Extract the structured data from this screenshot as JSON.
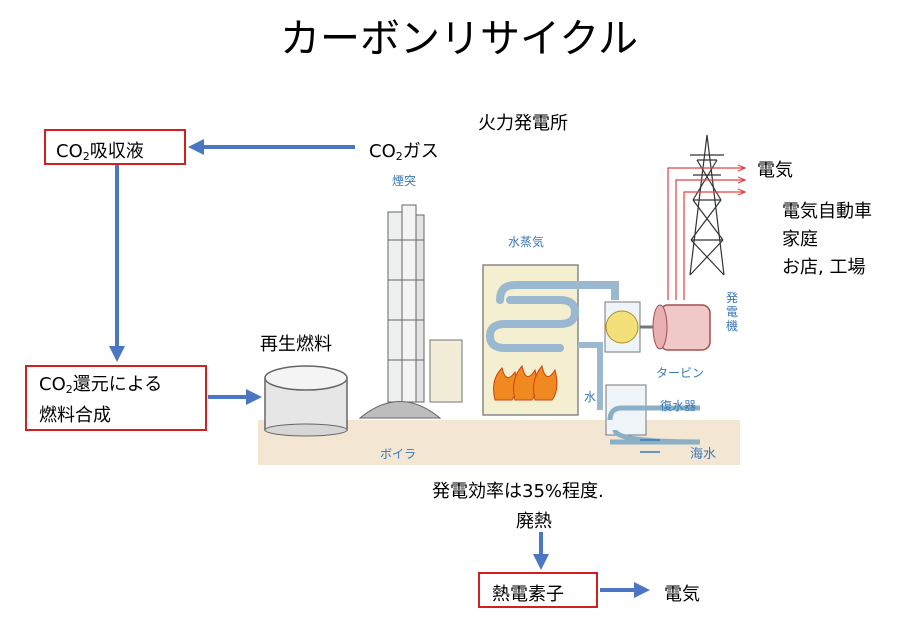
{
  "title": "カーボンリサイクル",
  "power_plant": "火力発電所",
  "co2_gas": {
    "prefix": "CO",
    "sub": "2",
    "suffix": "ガス"
  },
  "absorbent": {
    "prefix": "CO",
    "sub": "2",
    "suffix": "吸収液"
  },
  "reduction": {
    "prefix": "CO",
    "sub": "2",
    "line1_suffix": "還元による",
    "line2": "燃料合成"
  },
  "recycled_fuel": "再生燃料",
  "electricity_top": "電気",
  "consumers": [
    "電気自動車",
    "家庭",
    "お店, 工場"
  ],
  "efficiency": "発電効率は35%程度.",
  "waste_heat": "廃熱",
  "thermo_element": "熱電素子",
  "electricity_bottom": "電気",
  "illustration": {
    "chimney": "煙突",
    "steam": "水蒸気",
    "generator": "発電機",
    "turbine": "タービン",
    "water": "水",
    "condenser": "復水器",
    "seawater": "海水",
    "boiler": "ボイラ"
  },
  "colors": {
    "arrow": "#4a76c4",
    "box_border": "#d02020",
    "diagram_text": "#3a78b8"
  }
}
